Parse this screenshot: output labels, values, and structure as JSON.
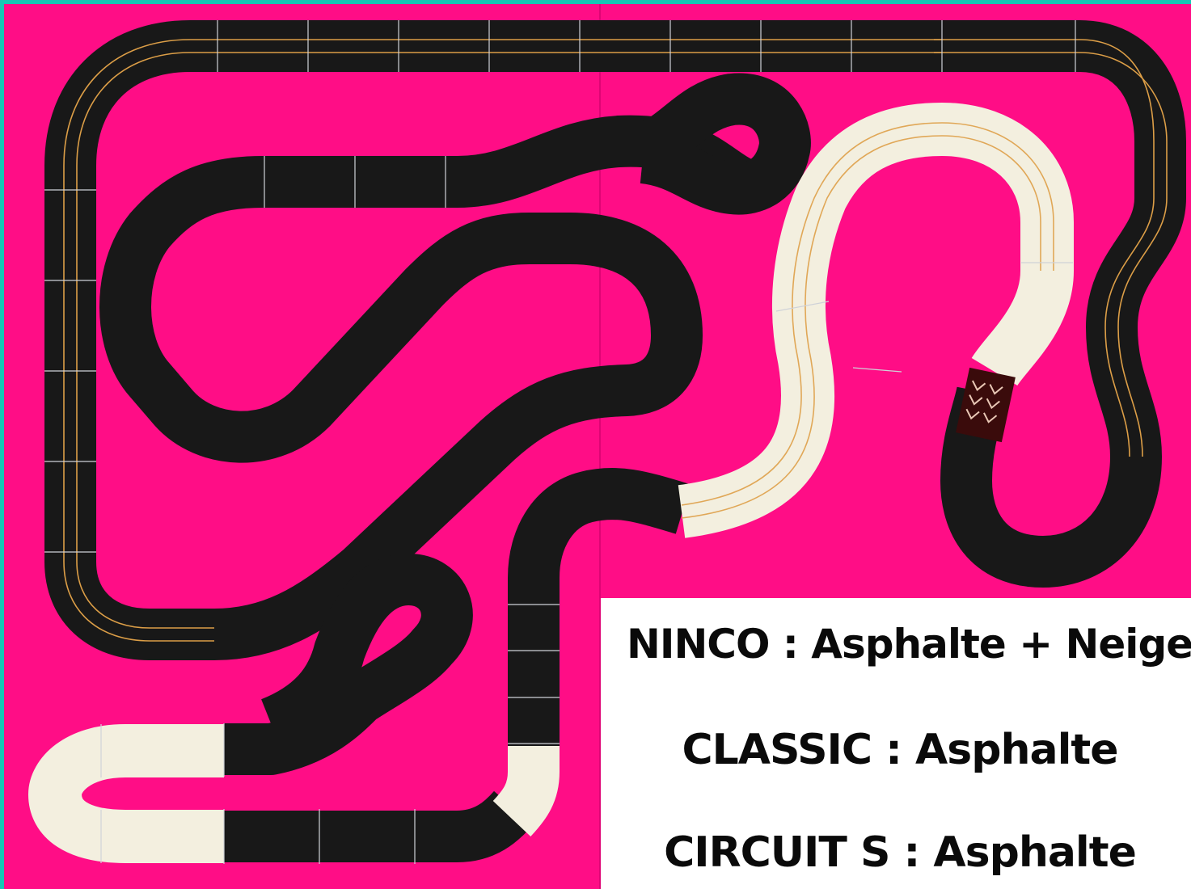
{
  "layout_title": "",
  "legend": [
    "NINCO : Asphalte + Neige",
    "CLASSIC : Asphalte",
    "CIRCUIT S : Asphalte"
  ],
  "colors": {
    "frame": "#16c7b4",
    "board": "#ff0d86",
    "asphalt": "#1a1a1a",
    "snow": "#f3efdf",
    "slot_line": "#e7a64a",
    "seam_line": "#cfd2d8",
    "legend_bg": "#ffffff",
    "legend_text": "#0a0a0a"
  },
  "surfaces": [
    "asphalt",
    "snow"
  ]
}
